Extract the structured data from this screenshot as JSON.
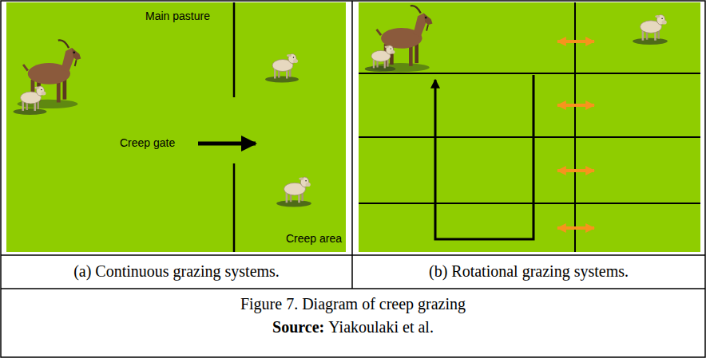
{
  "diagram": {
    "caption": "Figure 7. Diagram of creep grazing",
    "labels": [
      "Main pasture",
      "Creep gate",
      "Creep area",
      "(a) Continuous grazing systems.",
      "(b) Rotational grazing systems.",
      "Source:",
      "Yiakoulaki et al."
    ]
  }
}
